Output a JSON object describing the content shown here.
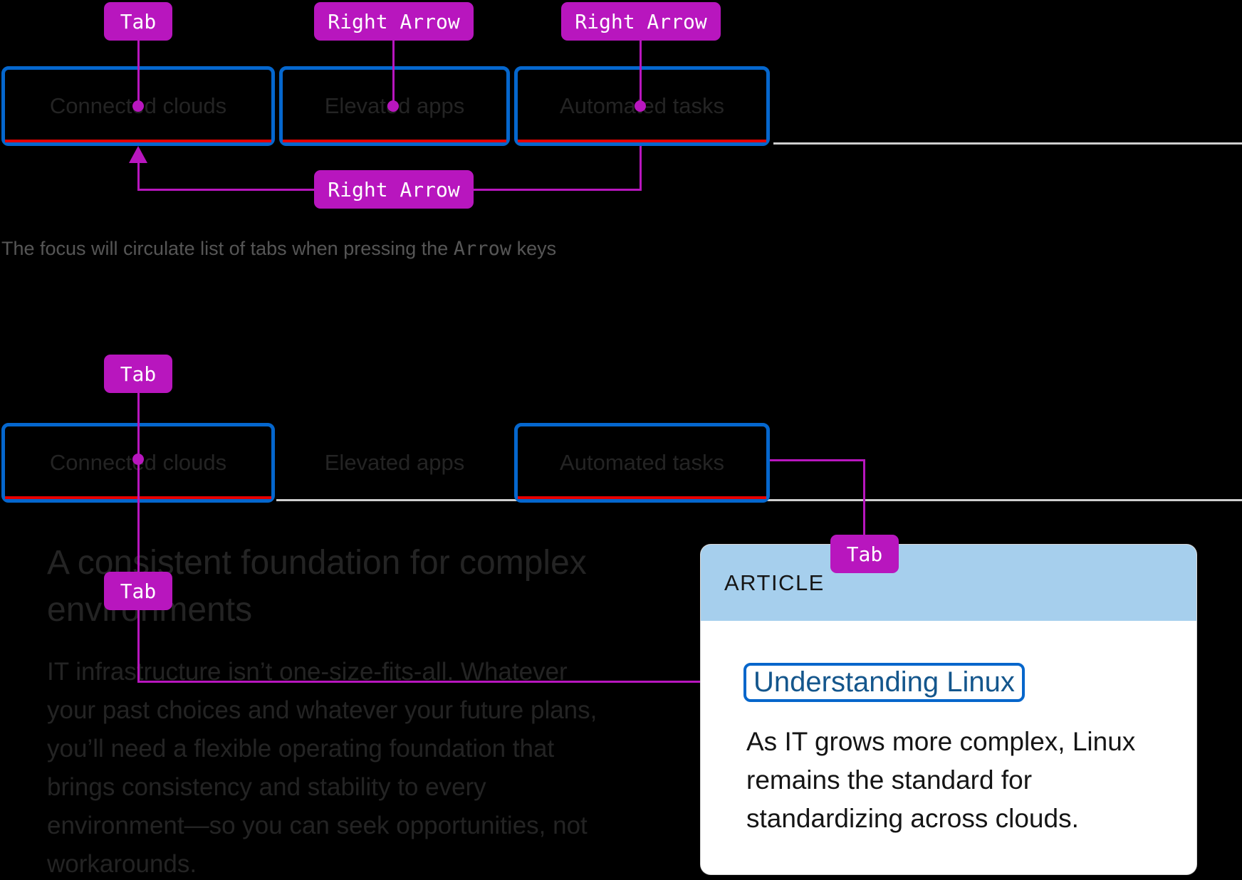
{
  "keys": {
    "tab": "Tab",
    "right_arrow": "Right Arrow"
  },
  "tabs": {
    "connected": "Connected clouds",
    "elevated": "Elevated apps",
    "automated": "Automated tasks"
  },
  "caption": {
    "prefix": "The focus will circulate list of tabs when pressing the ",
    "key": "Arrow",
    "suffix": " keys"
  },
  "content": {
    "heading": "A consistent foundation for complex environments",
    "paragraph": "IT infrastructure isn’t one-size-fits-all. Whatever your past choices and whatever your future plans, you’ll need a flexible operating foundation that brings consistency and stability to every environment—so you can seek opportunities, not workarounds."
  },
  "card": {
    "eyebrow": "ARTICLE",
    "link": "Understanding Linux",
    "body": "As IT grows more complex, Linux remains the standard for standardizing across clouds."
  },
  "colors": {
    "accent": "#B816BE",
    "tab-border": "#0567CE",
    "active-underline": "#E60000",
    "baseline": "#CFCFCF",
    "caption-text": "#565656",
    "hidden-text": "#242424",
    "card-header-bg": "#A6CFED",
    "link-ring": "#0666CB",
    "link-color": "#14568C",
    "card-text": "#151515"
  }
}
